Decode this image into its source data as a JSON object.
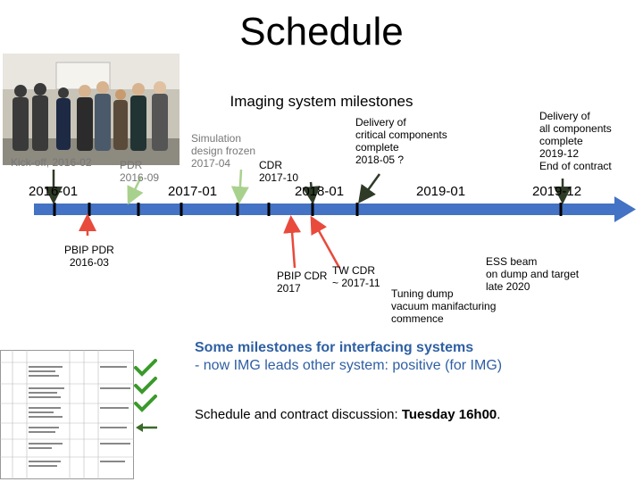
{
  "title": "Schedule",
  "subtitle": "Imaging system milestones",
  "timeline": {
    "years": [
      "2016-01",
      "2017-01",
      "2018-01",
      "2019-01",
      "2019-12"
    ]
  },
  "milestones_above": {
    "kickoff": "Kick-off, 2016-02",
    "pdr": [
      "PDR",
      "2016-09"
    ],
    "simulation": [
      "Simulation",
      "design frozen",
      "2017-04"
    ],
    "cdr": [
      "CDR",
      "2017-10"
    ],
    "delivery_critical": [
      "Delivery of",
      "critical components",
      "complete",
      "2018-05 ?"
    ],
    "delivery_all": [
      "Delivery of",
      "all components",
      "complete",
      "2019-12",
      "End of contract"
    ]
  },
  "milestones_below": {
    "pbip_pdr": [
      "PBIP PDR",
      "2016-03"
    ],
    "pbip_cdr": [
      "PBIP CDR",
      "2017"
    ],
    "tw_cdr": [
      "TW CDR",
      "~ 2017-11"
    ],
    "tuning_dump": [
      "Tuning dump",
      "vacuum manifacturing",
      "commence"
    ],
    "ess_beam": [
      "ESS beam",
      "on dump and target",
      "late 2020"
    ]
  },
  "notes": {
    "interfacing_line1": "Some milestones for interfacing systems",
    "interfacing_line2": "- now IMG leads other system: positive (for IMG)",
    "schedule_prefix": "Schedule and contract discussion: ",
    "schedule_bold": "Tuesday 16h00",
    "schedule_suffix": "."
  },
  "colors": {
    "timeline_bar": "#4472c4",
    "arrow_dark": "#2f3b27",
    "arrow_green": "#a9d18e",
    "arrow_red": "#e84a3c",
    "check_green": "#3a9a2a",
    "note_blue": "#2e5fa3"
  },
  "icons": [
    "photo-of-team",
    "milestone-table-thumbnail",
    "check-icon",
    "left-arrow-icon"
  ]
}
